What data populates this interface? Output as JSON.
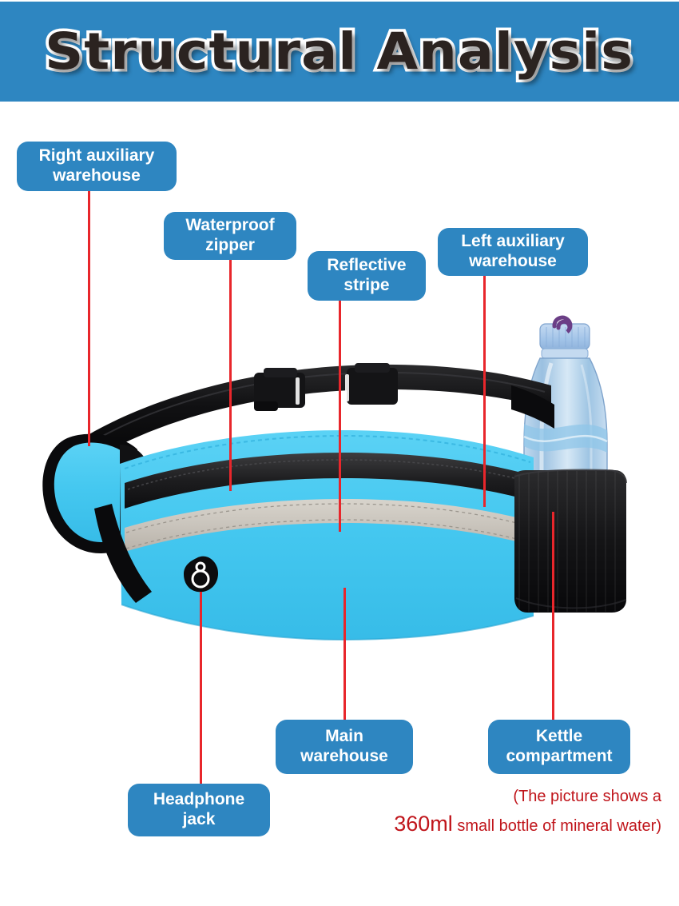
{
  "header": {
    "title": "Structural Analysis",
    "background_color": "#2E86C1",
    "text_color": "#2b2320"
  },
  "theme": {
    "pill_color": "#2E86C1",
    "pill_text_color": "#FFFFFF",
    "leader_line_color": "#E8262B",
    "disclaimer_color": "#C0151B",
    "bag_body_color": "#45C8F0",
    "bag_trim_color": "#111111",
    "reflective_stripe_color": "#C9C4BC",
    "bottle_cap_color": "#A8C8EA"
  },
  "callouts": [
    {
      "id": "right-auxiliary-warehouse",
      "label": "Right auxiliary\nwarehouse",
      "line1": "Right auxiliary",
      "line2": "warehouse"
    },
    {
      "id": "waterproof-zipper",
      "label": "Waterproof\nzipper",
      "line1": "Waterproof",
      "line2": "zipper"
    },
    {
      "id": "reflective-stripe",
      "label": "Reflective\nstripe",
      "line1": "Reflective",
      "line2": "stripe"
    },
    {
      "id": "left-auxiliary-warehouse",
      "label": "Left auxiliary\nwarehouse",
      "line1": "Left auxiliary",
      "line2": "warehouse"
    },
    {
      "id": "main-warehouse",
      "label": "Main\nwarehouse",
      "line1": "Main",
      "line2": "warehouse"
    },
    {
      "id": "kettle-compartment",
      "label": "Kettle\ncompartment",
      "line1": "Kettle",
      "line2": "compartment"
    },
    {
      "id": "headphone-jack",
      "label": "Headphone\njack",
      "line1": "Headphone",
      "line2": "jack"
    }
  ],
  "disclaimer": {
    "line1": "(The picture shows a",
    "volume": "360ml",
    "line2_rest": " small bottle of mineral water)"
  },
  "product": {
    "name": "running-waist-belt-bag",
    "icons": {
      "headphone_jack": "headphone-jack-icon",
      "buckle": "belt-buckle-icon",
      "bottle": "water-bottle-icon"
    }
  }
}
